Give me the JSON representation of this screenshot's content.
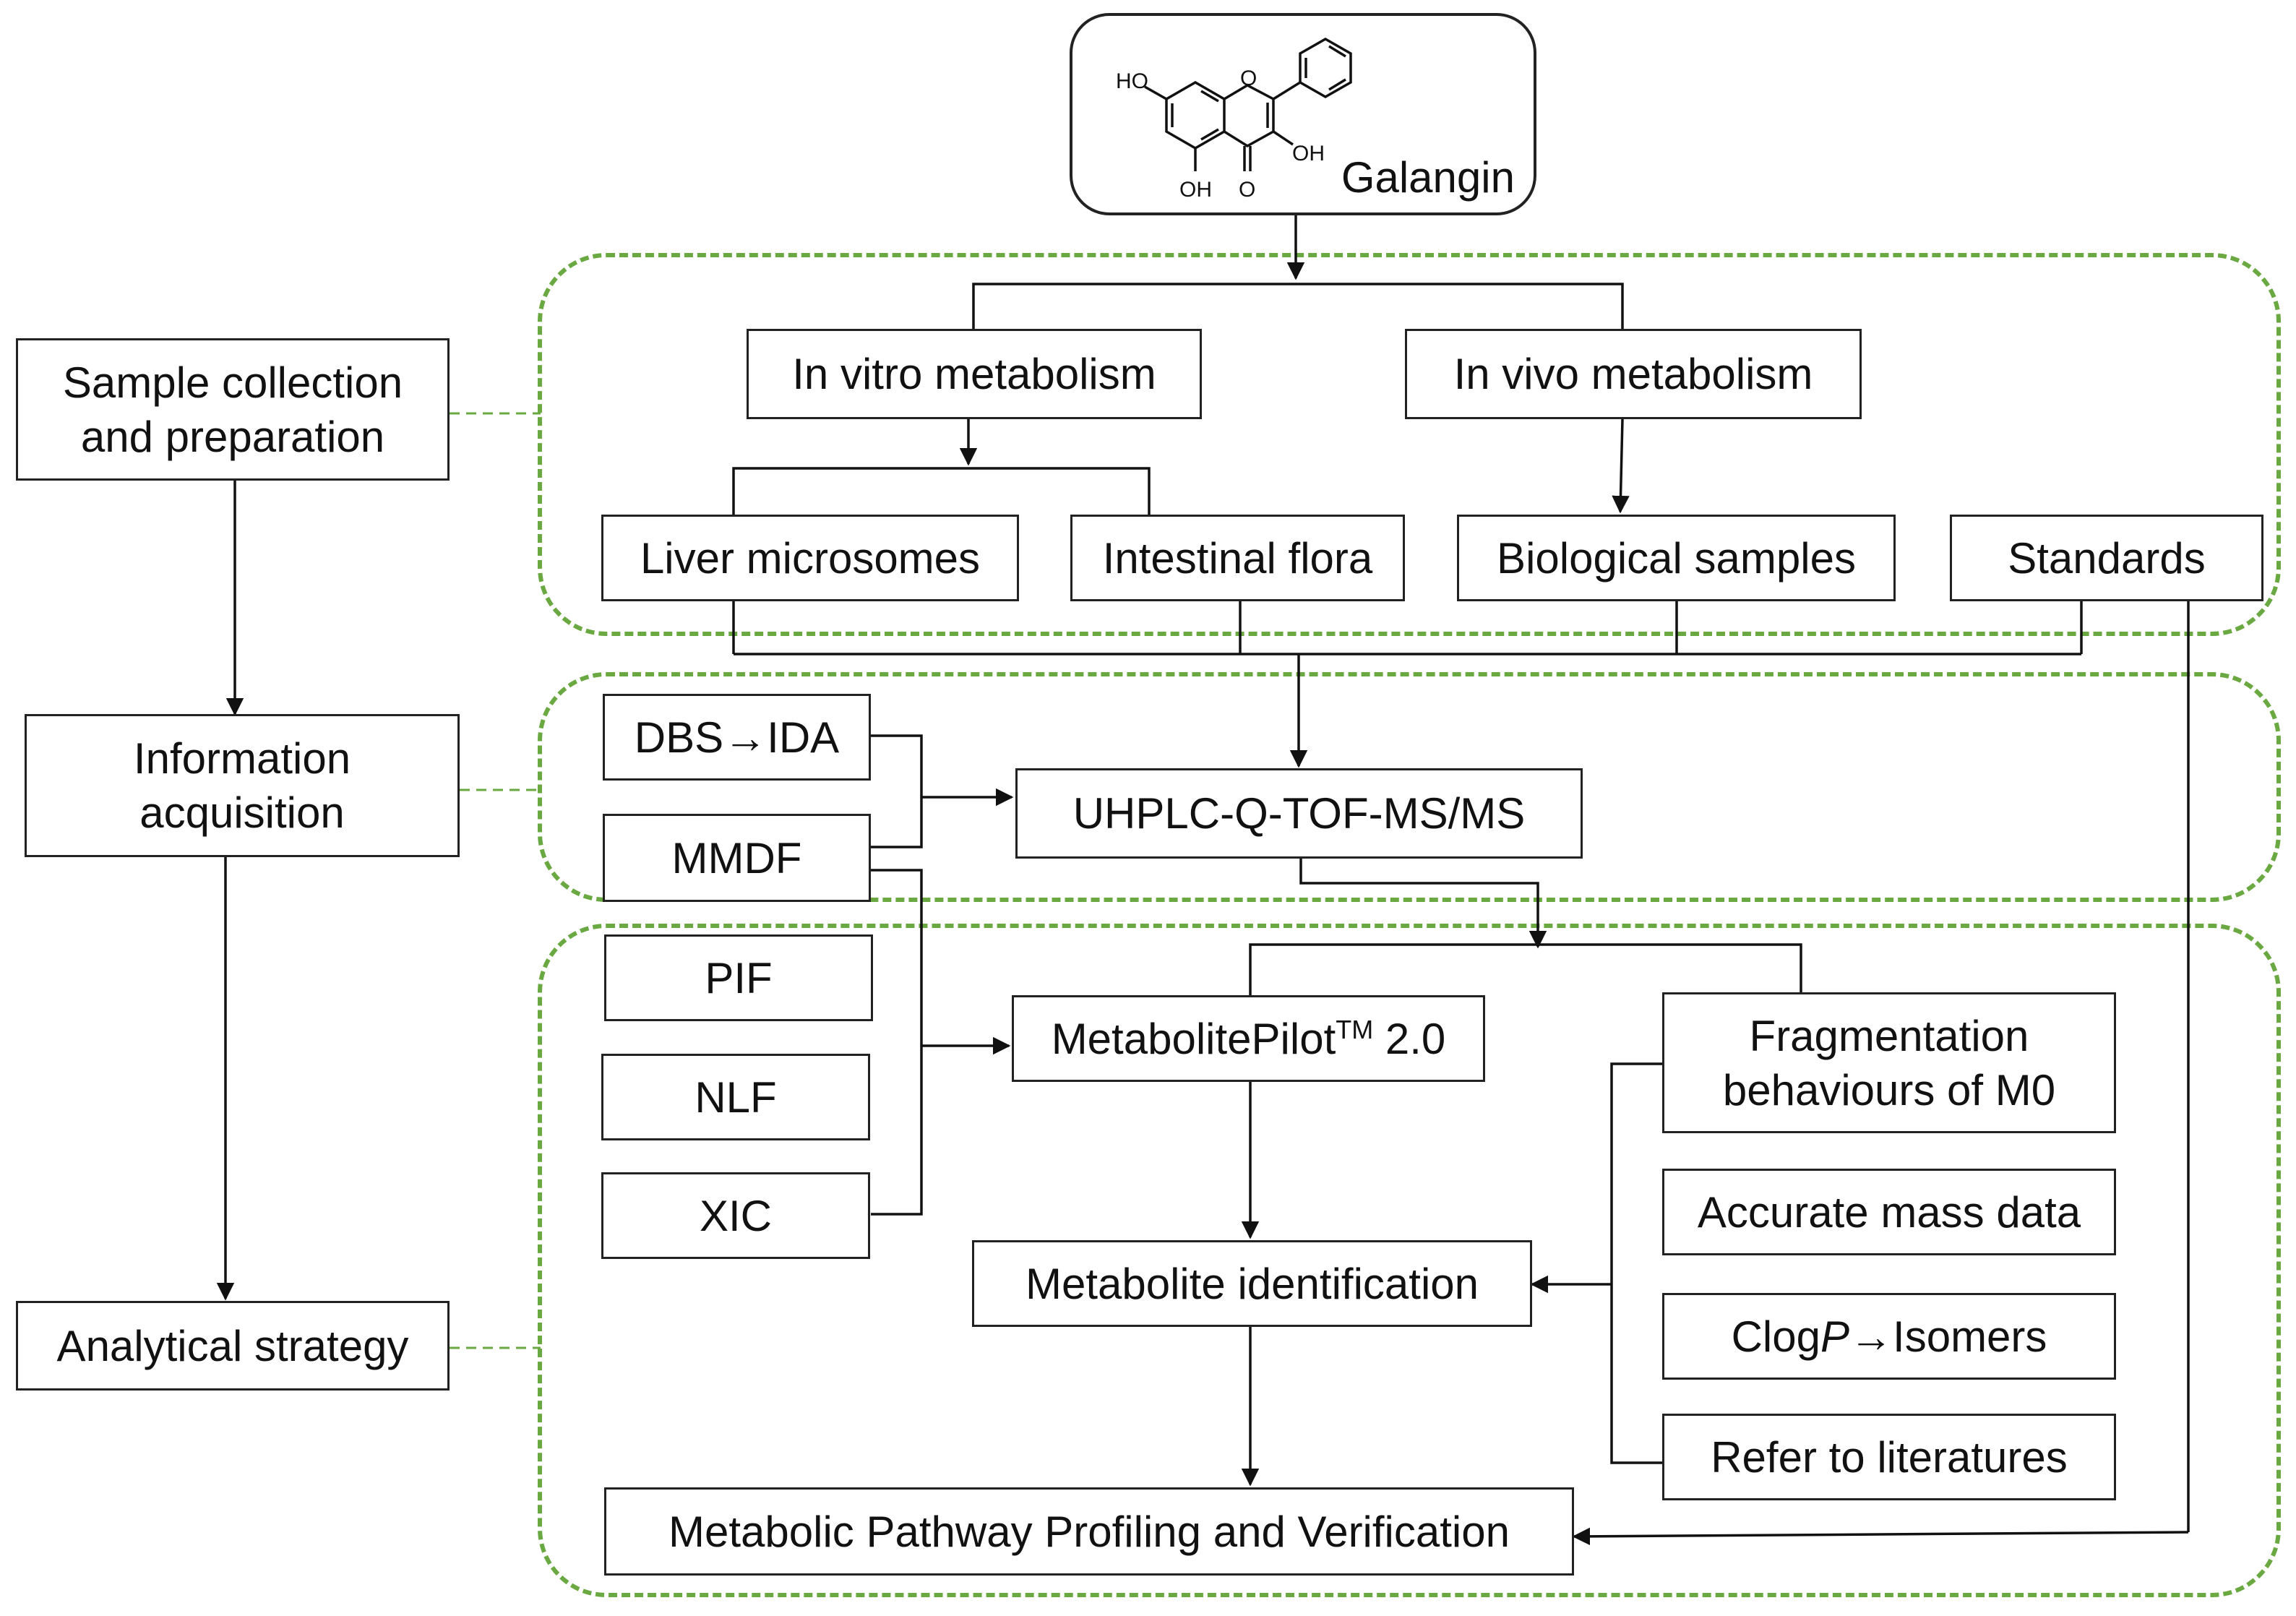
{
  "compound": {
    "name": "Galangin",
    "groups": {
      "ho": "HO",
      "o_ring": "O",
      "oh3": "OH",
      "oh5": "OH",
      "o_keto": "O"
    }
  },
  "stages": {
    "sample": "Sample collection\nand preparation",
    "info": "Information\nacquisition",
    "analysis": "Analytical strategy"
  },
  "sample_section": {
    "in_vitro": "In vitro metabolism",
    "in_vivo": "In vivo metabolism",
    "liver": "Liver microsomes",
    "intestinal": "Intestinal flora",
    "biological": "Biological samples",
    "standards": "Standards"
  },
  "info_section": {
    "dbs": "DBS→IDA",
    "mmdf": "MMDF",
    "uhplc": "UHPLC-Q-TOF-MS/MS"
  },
  "analysis_section": {
    "pif": "PIF",
    "nlf": "NLF",
    "xic": "XIC",
    "pilot_name": "MetabolitePilot",
    "pilot_tm": "TM",
    "pilot_version": " 2.0",
    "frag": "Fragmentation\nbehaviours of M0",
    "accurate": "Accurate mass data",
    "clogp_pre": "Clog",
    "clogp_p": "P",
    "clogp_post": "→Isomers",
    "refer": "Refer to literatures",
    "metabolite_id": "Metabolite identification",
    "pathway": "Metabolic Pathway Profiling and Verification"
  },
  "colors": {
    "dashed_group": "#6aa842",
    "stroke": "#222222"
  }
}
